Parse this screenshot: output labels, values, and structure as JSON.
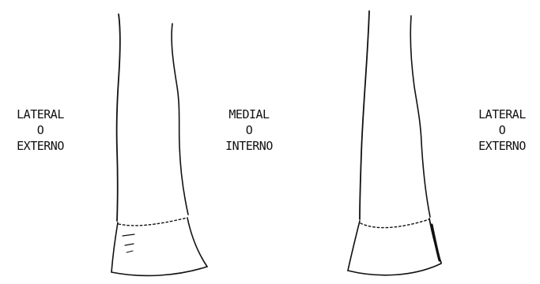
{
  "labels": {
    "left": [
      "LATERAL",
      "O",
      "EXTERNO"
    ],
    "middle": [
      "MEDIAL",
      "O",
      "INTERNO"
    ],
    "right": [
      "LATERAL",
      "O",
      "EXTERNO"
    ]
  },
  "colors": {
    "ink": "#111111",
    "background": "#ffffff"
  }
}
